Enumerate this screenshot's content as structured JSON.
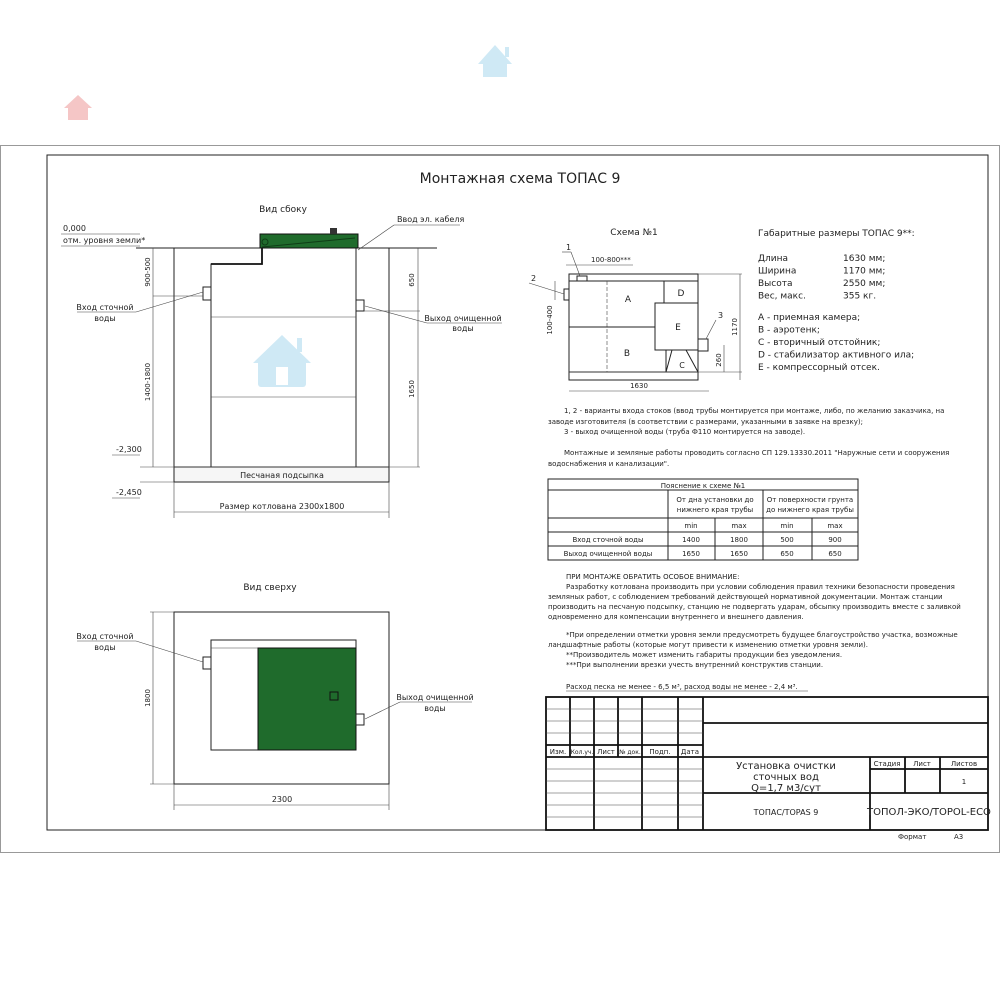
{
  "title": "Монтажная схема ТОПАС 9",
  "colors": {
    "tank_lid": "#1f6b2c",
    "watermark": "#cfe9f5",
    "watermark_alt": "#f5c6c6"
  },
  "side_view": {
    "title": "Вид сбоку",
    "ground_mark": "0,000",
    "ground_label": "отм. уровня земли*",
    "cable_label": "Ввод эл. кабеля",
    "inlet_label_1": "Вход сточной",
    "inlet_label_2": "воды",
    "outlet_label_1": "Выход очищенной",
    "outlet_label_2": "воды",
    "dim_900_500": "900-500",
    "dim_1400_1800": "1400-1800",
    "dim_650": "650",
    "dim_1650": "1650",
    "mark_2300": "-2,300",
    "mark_2450": "-2,450",
    "sand_label": "Песчаная подсыпка",
    "pit_size": "Размер котлована 2300x1800"
  },
  "top_view": {
    "title": "Вид сверху",
    "inlet_label_1": "Вход сточной",
    "inlet_label_2": "воды",
    "outlet_label_1": "Выход очищенной",
    "outlet_label_2": "воды",
    "dim_1800": "1800",
    "dim_2300": "2300"
  },
  "scheme": {
    "title": "Схема №1",
    "n1": "1",
    "n2": "2",
    "n3": "3",
    "dim_100_800": "100-800***",
    "dim_100_400": "100-400",
    "dim_1170": "1170",
    "dim_260": "260",
    "dim_1630": "1630",
    "zone_a": "A",
    "zone_b": "B",
    "zone_c": "C",
    "zone_d": "D",
    "zone_e": "E"
  },
  "dimensions": {
    "title": "Габаритные размеры ТОПАС 9**:",
    "rows": [
      {
        "label": "Длина",
        "value": "1630 мм;"
      },
      {
        "label": "Ширина",
        "value": "1170 мм;"
      },
      {
        "label": "Высота",
        "value": "2550 мм;"
      },
      {
        "label": "Вес, макс.",
        "value": "355 кг."
      }
    ],
    "legend": [
      "A - приемная камера;",
      "B - аэротенк;",
      "C - вторичный отстойник;",
      "D - стабилизатор активного ила;",
      "E - компрессорный отсек."
    ]
  },
  "notes": {
    "n1_line1": "1, 2 - варианты входа  стоков (ввод трубы монтируется при монтаже, либо, по желанию заказчика, на",
    "n1_line2": "заводе изготовителя (в соответствии с размерами, указанными в заявке на врезку);",
    "n1_line3": "3 - выход очищенной воды (труба Ф110 монтируется на заводе).",
    "n2_line1": "Монтажные и земляные работы проводить согласно СП 129.13330.2011 \"Наружные сети и сооружения",
    "n2_line2": "водоснабжения и канализации\"."
  },
  "table": {
    "title": "Пояснение к схеме №1",
    "group1": [
      "От дна установки до",
      "нижнего края трубы"
    ],
    "group2": [
      "От поверхности грунта",
      "до нижнего края трубы"
    ],
    "subheaders": [
      "min",
      "max",
      "min",
      "max"
    ],
    "rows": [
      {
        "label": "Вход сточной воды",
        "values": [
          "1400",
          "1800",
          "500",
          "900"
        ]
      },
      {
        "label": "Выход очищенной воды",
        "values": [
          "1650",
          "1650",
          "650",
          "650"
        ]
      }
    ]
  },
  "attention": {
    "heading": "ПРИ МОНТАЖЕ ОБРАТИТЬ ОСОБОЕ ВНИМАНИЕ:",
    "p1": [
      "Разработку котлована производить при условии соблюдения правил техники безопасности проведения",
      "земляных работ, с соблюдением требований действующей нормативной документации. Монтаж станции",
      "производить на песчаную подсыпку, станцию не подвергать ударам, обсыпку производить вместе с заливкой",
      "одновременно для компенсации внутреннего и внешнего давления."
    ],
    "f1": [
      "*При определении отметки уровня земли предусмотреть будущее благоустройство участка, возможные",
      "ландшафтные работы (которые могут привести к изменению отметки уровня земли)."
    ],
    "f2": "**Производитель может изменить габариты продукции без уведомления.",
    "f3": "***При выполнении врезки учесть внутренний конструктив станции.",
    "consumption": "Расход песка не менее - 6,5 м³, расход воды не менее - 2,4 м³."
  },
  "stamp": {
    "cols": [
      "Изм.",
      "Кол.уч.",
      "Лист",
      "№ док.",
      "Подп.",
      "Дата"
    ],
    "title_lines": [
      "Установка очистки",
      "сточных вод",
      "Q=1,7 м3/сут"
    ],
    "stage": "Стадия",
    "sheet": "Лист",
    "sheets": "Листов",
    "sheets_value": "1",
    "product": "ТОПАС/TOPAS 9",
    "company": "ТОПОЛ-ЭКО/TOPOL-ECO",
    "format_label": "Формат",
    "format_value": "А3"
  }
}
